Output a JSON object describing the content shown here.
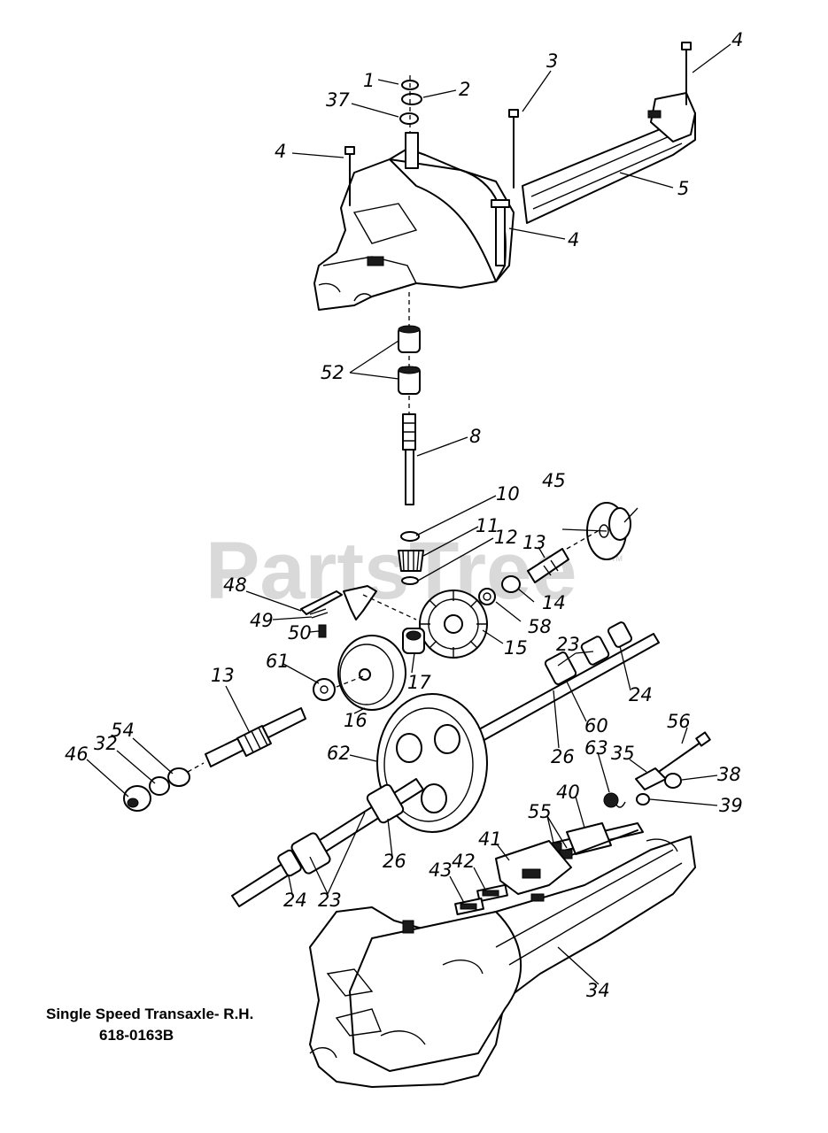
{
  "watermark": {
    "text": "PartsTree",
    "mark": "TM"
  },
  "caption": {
    "line1": "Single Speed Transaxle- R.H.",
    "line2": "618-0163B"
  },
  "callouts": {
    "c1": "1",
    "c2": "2",
    "c3": "3",
    "c4a": "4",
    "c4b": "4",
    "c4c": "4",
    "c5": "5",
    "c37": "37",
    "c52": "52",
    "c8": "8",
    "c10": "10",
    "c11": "11",
    "c12": "12",
    "c13a": "13",
    "c45": "45",
    "c48": "48",
    "c14": "14",
    "c49": "49",
    "c50": "50",
    "c58": "58",
    "c15": "15",
    "c23a": "23",
    "c61": "61",
    "c13b": "13",
    "c17": "17",
    "c16": "16",
    "c24a": "24",
    "c60": "60",
    "c54": "54",
    "c32": "32",
    "c46": "46",
    "c62": "62",
    "c26a": "26",
    "c56": "56",
    "c63": "63",
    "c35": "35",
    "c38": "38",
    "c39": "39",
    "c40": "40",
    "c55": "55",
    "c41": "41",
    "c42": "42",
    "c43": "43",
    "c26b": "26",
    "c24b": "24",
    "c23b": "23",
    "c34": "34"
  }
}
